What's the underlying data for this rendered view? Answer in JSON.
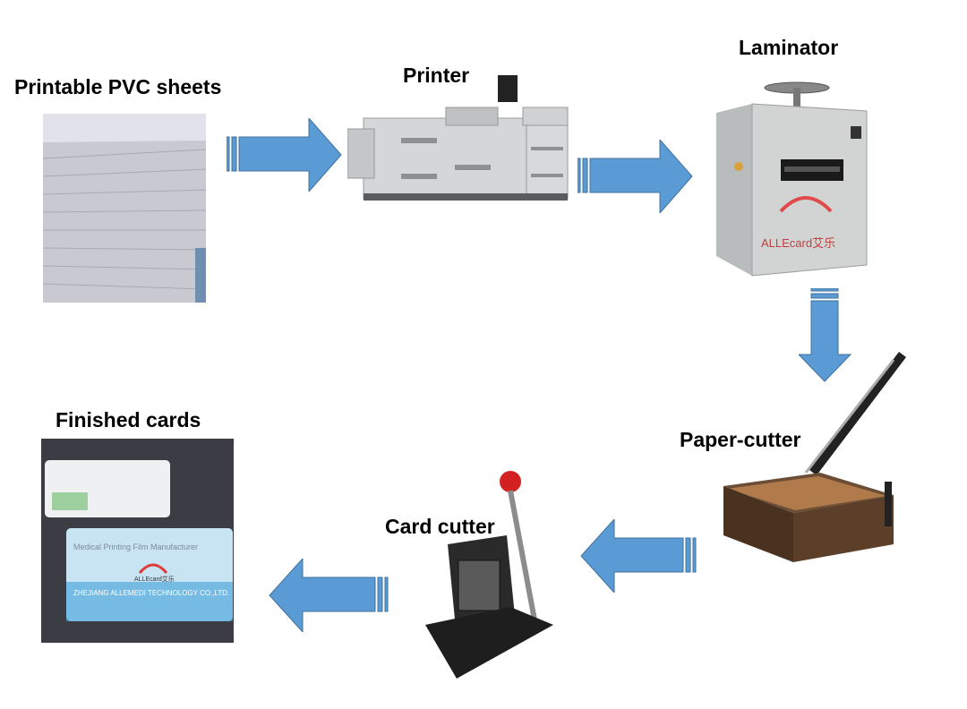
{
  "steps": {
    "sheets": {
      "label": "Printable PVC sheets"
    },
    "printer": {
      "label": "Printer"
    },
    "laminator": {
      "label": "Laminator",
      "brand": "ALLEcard艾乐"
    },
    "papercutter": {
      "label": "Paper-cutter"
    },
    "cardcutter": {
      "label": "Card cutter"
    },
    "finished": {
      "label": "Finished cards",
      "card_title": "Medical Printing Film Manufacturer",
      "card_brand": "ALLEcard艾乐",
      "card_company": "ZHEJIANG ALLEMEDI TECHNOLOGY CO.,LTD."
    }
  },
  "colors": {
    "arrow": "#5b9bd5",
    "arrow_stroke": "#41719c"
  }
}
